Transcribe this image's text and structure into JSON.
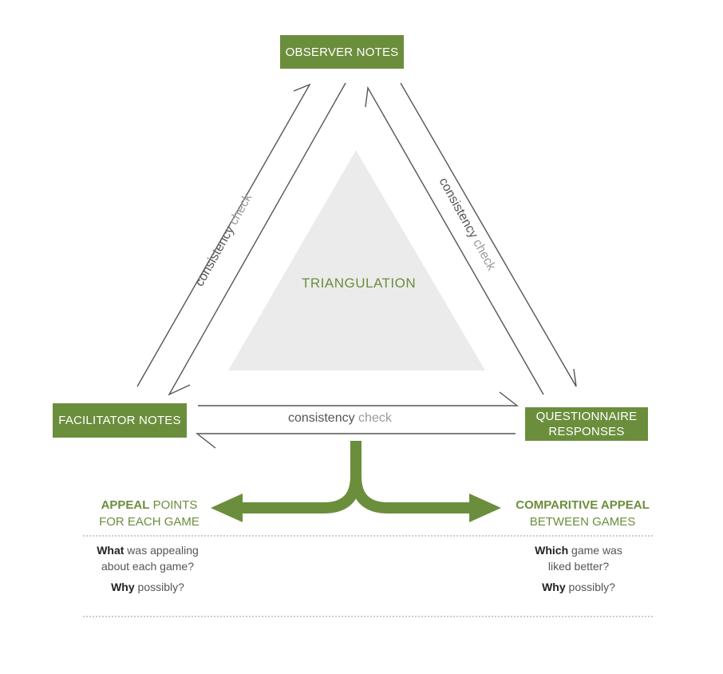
{
  "nodes": {
    "observer": "OBSERVER NOTES",
    "facilitator": "FACILITATOR NOTES",
    "questionnaire_line1": "QUESTIONNAIRE",
    "questionnaire_line2": "RESPONSES"
  },
  "center_label": "TRIANGULATION",
  "consistency": {
    "word1": "consistency",
    "word2": "check"
  },
  "outcomes": {
    "left": {
      "bold": "APPEAL",
      "rest": " POINTS",
      "line2": "FOR EACH GAME"
    },
    "right": {
      "bold": "COMPARITIVE APPEAL",
      "line2": "BETWEEN GAMES"
    }
  },
  "questions": {
    "left": {
      "q1_bold": "What",
      "q1_rest": " was appealing",
      "q1_line2": "about each game?",
      "q2_bold": "Why",
      "q2_rest": " possibly?"
    },
    "right": {
      "q1_bold": "Which",
      "q1_rest": " game was",
      "q1_line2": "liked better?",
      "q2_bold": "Why",
      "q2_rest": " possibly?"
    }
  },
  "colors": {
    "green": "#6b8e3c",
    "triangle_fill": "#ebebeb",
    "line": "#555555"
  }
}
